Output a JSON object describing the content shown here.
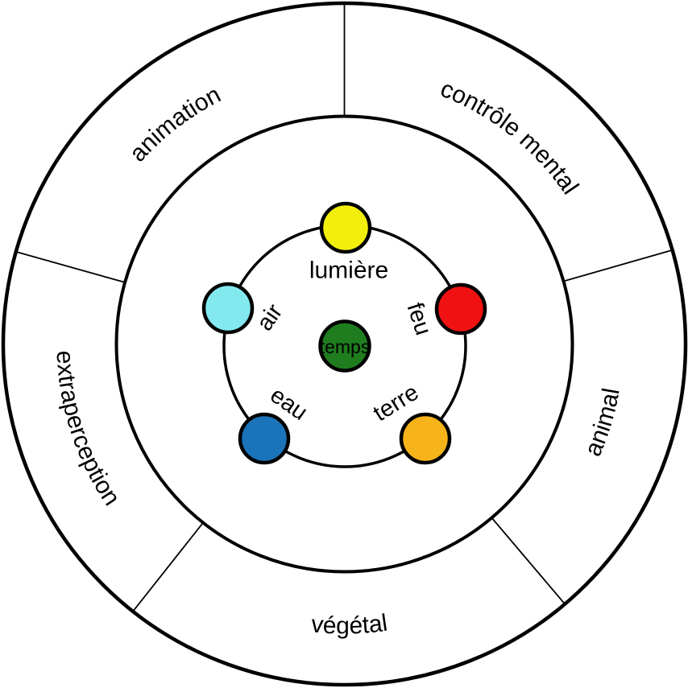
{
  "diagram": {
    "title": "powers-and-elements-wheel",
    "background": "#FFFFFF",
    "line_color": "#000000",
    "sectors": [
      {
        "label": "animation"
      },
      {
        "label": "contrôle mental"
      },
      {
        "label": "animal"
      },
      {
        "label": "végétal"
      },
      {
        "label": "extraperception"
      }
    ],
    "elements": [
      {
        "label": "lumière",
        "color": "#F2EF0D"
      },
      {
        "label": "air",
        "color": "#82EAEF"
      },
      {
        "label": "feu",
        "color": "#F01212"
      },
      {
        "label": "eau",
        "color": "#1B73B9"
      },
      {
        "label": "terre",
        "color": "#F6B41A"
      }
    ],
    "center": {
      "label": "temps",
      "color": "#1F7D1F"
    }
  }
}
